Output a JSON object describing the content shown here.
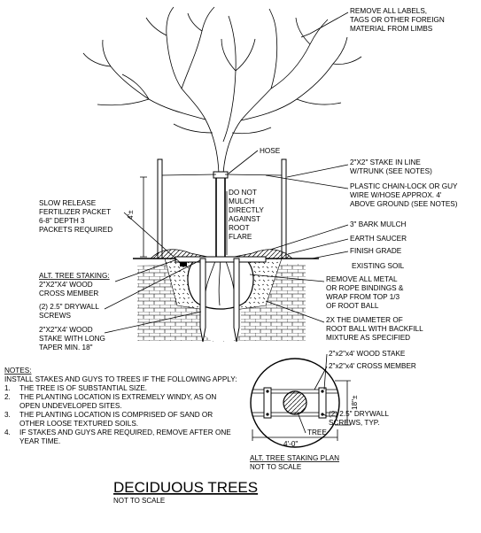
{
  "callouts": {
    "remove_labels": [
      "REMOVE ALL LABELS,",
      "TAGS OR OTHER FOREIGN",
      "MATERIAL FROM LIMBS"
    ],
    "hose": "HOSE",
    "stake_in_line": [
      "2\"X2\" STAKE IN LINE",
      "W/TRUNK (SEE NOTES)"
    ],
    "chain_lock": [
      "PLASTIC CHAIN-LOCK OR GUY",
      "WIRE W/HOSE APPROX. 4'",
      "ABOVE GROUND (SEE NOTES)"
    ],
    "do_not_mulch": [
      "DO NOT",
      "MULCH",
      "DIRECTLY",
      "AGAINST",
      "ROOT",
      "FLARE"
    ],
    "slow_release": [
      "SLOW RELEASE",
      "FERTILIZER PACKET",
      "6-8\" DEPTH 3",
      "PACKETS REQUIRED"
    ],
    "bark_mulch": "3\" BARK MULCH",
    "earth_saucer": "EARTH SAUCER",
    "finish_grade": "FINISH GRADE",
    "existing_soil": "EXISTING SOIL",
    "height_dim": "4'±",
    "alt_staking": "ALT. TREE STAKING:",
    "cross_member": [
      "2\"X2\"X4' WOOD",
      "CROSS MEMBER"
    ],
    "drywall_screws": [
      "(2) 2.5\" DRYWALL",
      "SCREWS"
    ],
    "wood_stake": [
      "2\"X2\"X4' WOOD",
      "STAKE WITH LONG",
      "TAPER MIN. 18\""
    ],
    "remove_metal": [
      "REMOVE ALL METAL",
      "OR ROPE BINDINGS &",
      "WRAP FROM TOP 1/3",
      "OF ROOT BALL"
    ],
    "diameter_2x": [
      "2X THE DIAMETER OF",
      "ROOT BALL WITH BACKFILL",
      "MIXTURE AS SPECIFIED"
    ]
  },
  "notes": {
    "heading": "NOTES:",
    "intro": "INSTALL STAKES AND GUYS TO TREES IF THE FOLLOWING APPLY:",
    "items": [
      {
        "num": "1.",
        "lines": [
          "THE TREE IS OF SUBSTANTIAL SIZE."
        ]
      },
      {
        "num": "2.",
        "lines": [
          "THE PLANTING LOCATION IS EXTREMELY WINDY, AS ON",
          "OPEN UNDEVELOPED SITES."
        ]
      },
      {
        "num": "3.",
        "lines": [
          "THE PLANTING LOCATION IS COMPRISED OF SAND OR",
          "OTHER LOOSE TEXTURED SOILS."
        ]
      },
      {
        "num": "4.",
        "lines": [
          "IF STAKES AND GUYS ARE REQUIRED, REMOVE AFTER ONE",
          "YEAR TIME."
        ]
      }
    ]
  },
  "plan": {
    "wood_stake": "2\"x2\"x4' WOOD STAKE",
    "cross_member": "2\"x2\"x4' CROSS MEMBER",
    "screws": [
      "(2) 2.5\" DRYWALL",
      "SCREWS, TYP."
    ],
    "tree": "TREE",
    "dim_width": "4'-0\"",
    "dim_height": "18\"±",
    "title": "ALT. TREE STAKING PLAN",
    "subtitle": "NOT TO SCALE"
  },
  "title": {
    "main": "DECIDUOUS TREES",
    "sub": "NOT TO SCALE"
  }
}
